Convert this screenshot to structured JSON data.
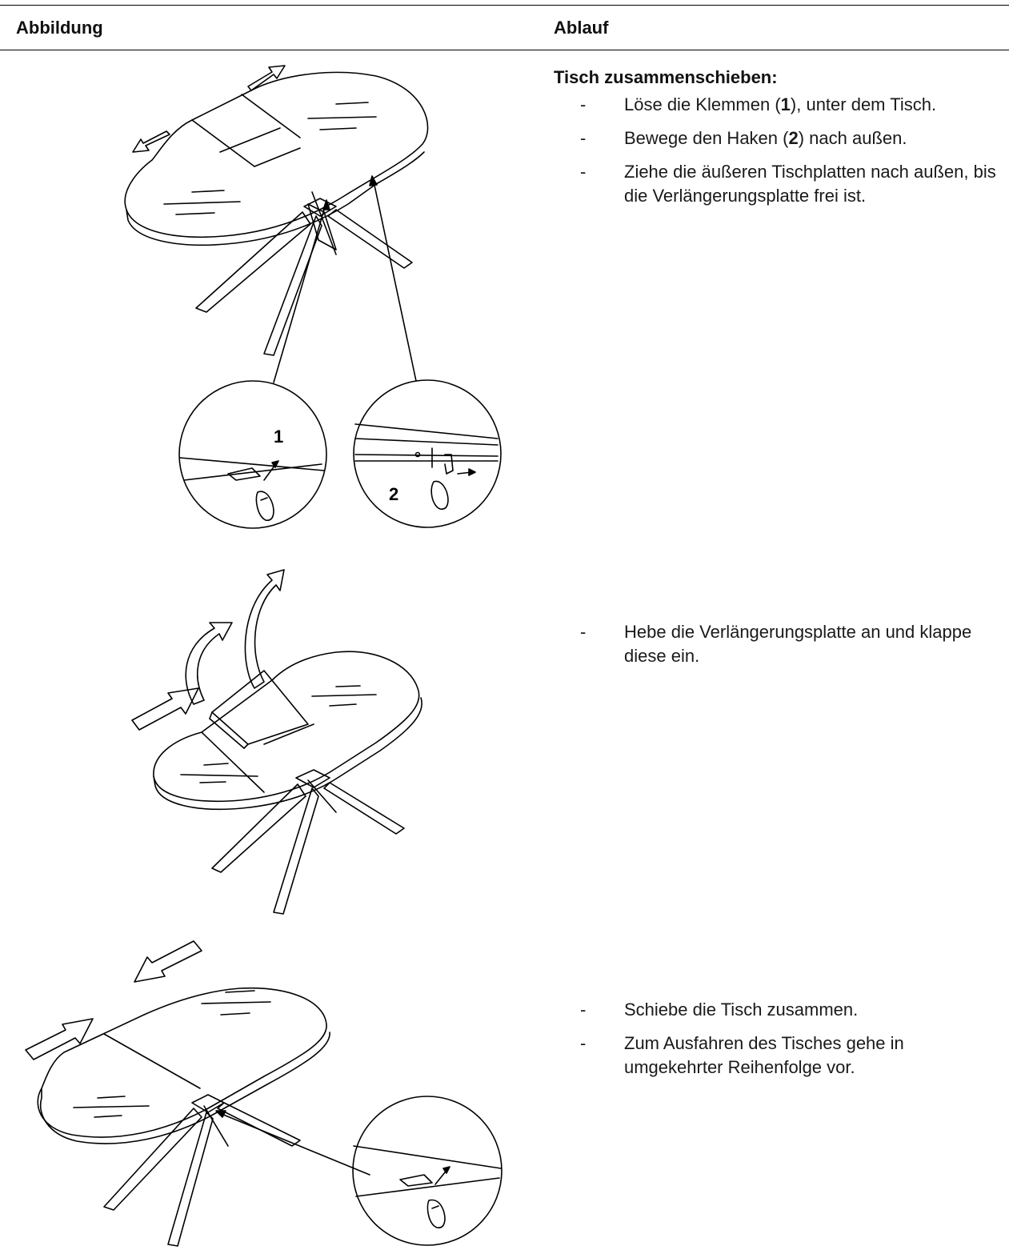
{
  "table": {
    "col_figure": "Abbildung",
    "col_procedure": "Ablauf"
  },
  "section": {
    "title": "Tisch zusammenschieben:"
  },
  "row1": {
    "steps": [
      {
        "pre": "Löse die Klemmen (",
        "num": "1",
        "post": "), unter dem Tisch."
      },
      {
        "pre": "Bewege den Haken (",
        "num": "2",
        "post": ") nach außen."
      },
      {
        "text": "Ziehe die äußeren Tischplatten nach außen, bis die Verlängerungsplatte frei ist."
      }
    ],
    "callouts": [
      "1",
      "2"
    ]
  },
  "row2": {
    "steps": [
      {
        "text": "Hebe die Verlängerungsplatte an und klappe diese ein."
      }
    ]
  },
  "row3": {
    "steps": [
      {
        "text": "Schiebe die Tisch zusammen."
      },
      {
        "text": "Zum Ausfahren des Tisches gehe in umgekehrter Reihenfolge vor."
      }
    ]
  },
  "bullet": "-"
}
